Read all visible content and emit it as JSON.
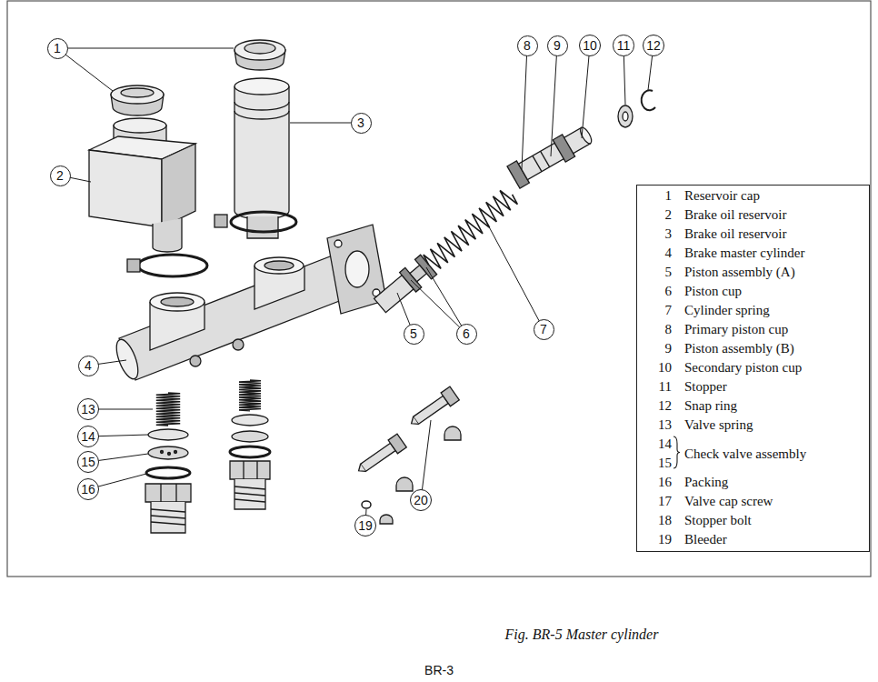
{
  "diagram": {
    "caption": "Fig. BR-5 Master cylinder",
    "nodes": [
      {
        "text": [
          "1"
        ]
      },
      {
        "text": [
          "8"
        ]
      },
      {
        "text": [
          "9"
        ]
      },
      {
        "text": [
          "10"
        ]
      },
      {
        "text": [
          "11"
        ]
      },
      {
        "text": [
          "12"
        ]
      },
      {
        "text": [
          "3"
        ]
      },
      {
        "text": [
          "2"
        ]
      },
      {
        "text": [
          "1",
          "Reservoir cap",
          "2",
          "Brake oil reservoir",
          "3",
          "Brake oil reservoir",
          "4",
          "Brake master cylinder",
          "5",
          "Piston assembly (A)",
          "6",
          "Piston cup",
          "7",
          "Cylinder spring",
          "8",
          "Primary piston cup",
          "9",
          "Piston assembly (B)",
          "10",
          "Secondary piston cup",
          "11",
          "Stopper",
          "12",
          "Snap ring",
          "13",
          "Valve spring",
          "14",
          "15",
          "Check valve assembly",
          "16",
          "Packing",
          "17",
          "Valve cap screw",
          "18",
          "Stopper bolt",
          "19",
          "Bleeder"
        ]
      },
      {
        "text": [
          "7"
        ]
      },
      {
        "text": [
          "5"
        ]
      },
      {
        "text": [
          "6"
        ]
      },
      {
        "text": [
          "4"
        ]
      },
      {
        "text": [
          "13"
        ]
      },
      {
        "text": [
          "14"
        ]
      },
      {
        "text": [
          "20"
        ]
      },
      {
        "text": [
          "15"
        ]
      },
      {
        "text": [
          "16"
        ]
      },
      {
        "text": [
          "19"
        ]
      }
    ],
    "labels": [
      "BR-3"
    ]
  }
}
